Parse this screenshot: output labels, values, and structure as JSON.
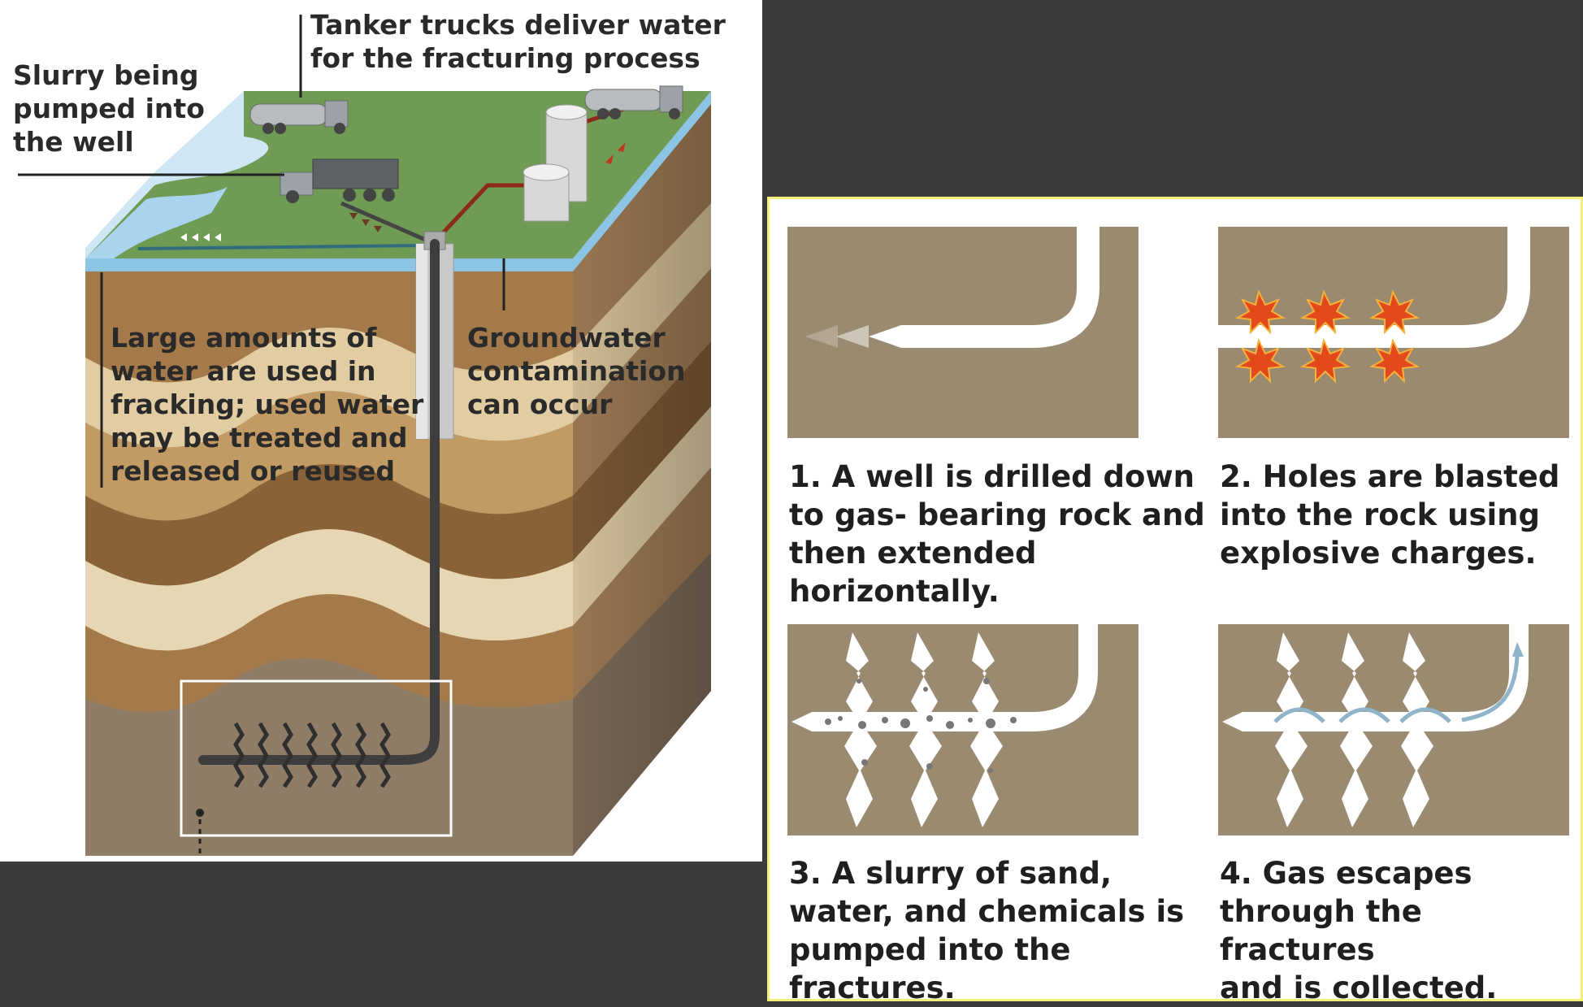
{
  "overview": {
    "labels": {
      "tanker": "Tanker trucks deliver water\nfor the fracturing process",
      "slurry": "Slurry being\npumped into\nthe well",
      "water": "Large amounts of\nwater are used in\nfracking; used water\nmay be treated and\nreleased or reused",
      "groundwater": "Groundwater\ncontamination\ncan occur"
    }
  },
  "steps": [
    {
      "caption": "1. A well is drilled down\nto gas- bearing rock and\nthen extended\nhorizontally."
    },
    {
      "caption": "2. Holes are blasted\ninto the rock using\nexplosive charges."
    },
    {
      "caption": "3. A slurry of sand,\nwater, and chemicals is\npumped into the\nfractures."
    },
    {
      "caption": "4. Gas escapes\nthrough the fractures\nand is collected."
    }
  ],
  "colors": {
    "surface_green": "#6f9b55",
    "water_blue": "#a9d4ee",
    "rock_tan": "#9a8a70",
    "pipe_dark": "#3e3e3e",
    "explosion": "#e24a1d"
  }
}
